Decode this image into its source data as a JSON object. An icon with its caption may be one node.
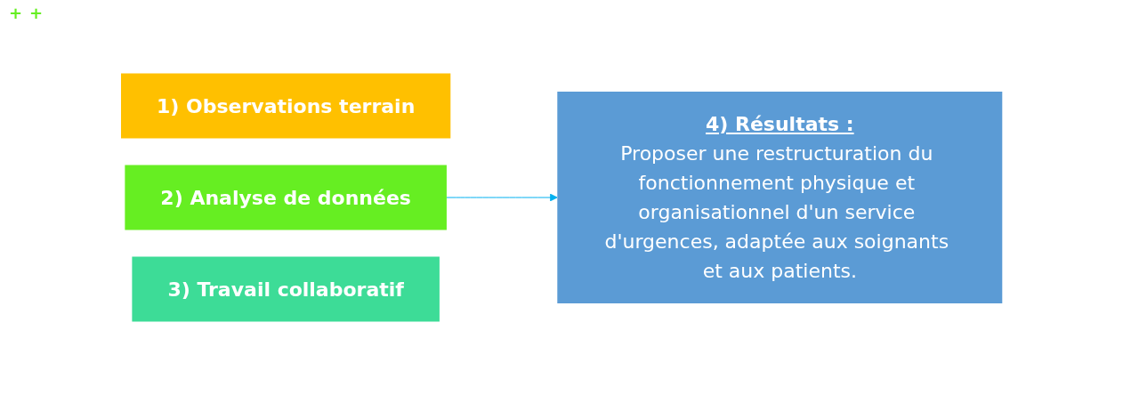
{
  "diagram": {
    "nodes": [
      {
        "text": [
          "1) Observations terrain"
        ]
      },
      {
        "text": [
          "2) Analyse de données"
        ]
      },
      {
        "text": [
          "3) Travail collaboratif"
        ]
      },
      {
        "text": [
          "4) Résultats :",
          "Proposer une restructuration du fonctionnement physique et organisationnel d'un service d'urgences, adaptée aux soignants et aux patients."
        ]
      }
    ],
    "edges": [
      {
        "from": 1,
        "to": 3,
        "arrow": "to",
        "color": "#00b0f0"
      }
    ],
    "labels": [
      "+",
      "+"
    ]
  }
}
